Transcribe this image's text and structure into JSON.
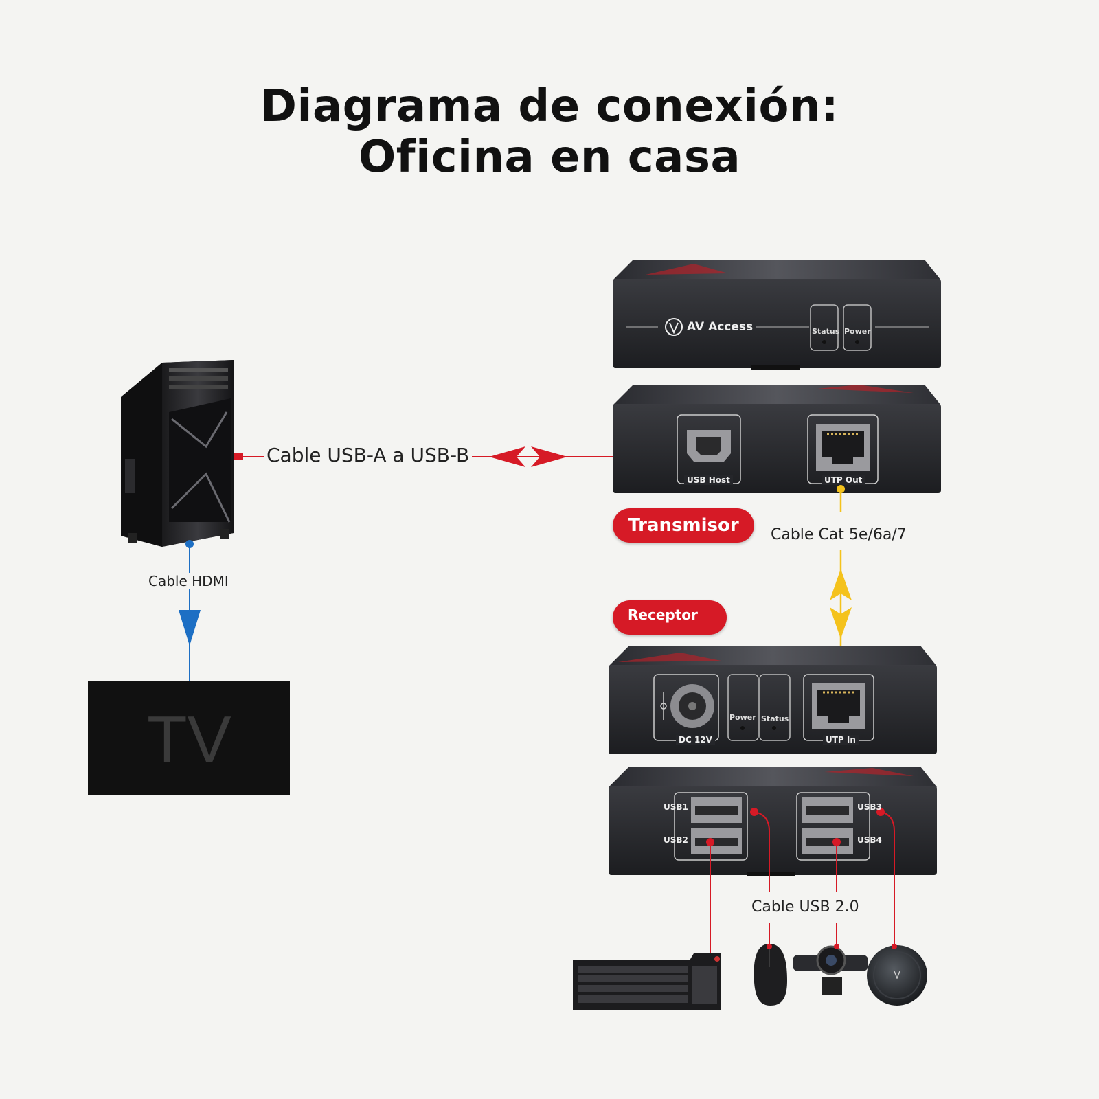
{
  "title": {
    "line1": "Diagrama de conexión:",
    "line2": "Oficina en casa"
  },
  "transmitter": {
    "brand": "AV Access",
    "led_status": "Status",
    "led_power": "Power",
    "port_usb_host": "USB Host",
    "port_utp_out": "UTP Out",
    "badge": "Transmisor"
  },
  "receiver": {
    "badge": "Receptor",
    "port_dc": "DC 12V",
    "led_power": "Power",
    "led_status": "Status",
    "port_utp_in": "UTP In",
    "usb_ports": [
      "USB1",
      "USB2",
      "USB3",
      "USB4"
    ]
  },
  "cables": {
    "usb_a_b": "Cable USB-A a USB-B",
    "hdmi": "Cable HDMI",
    "cat": "Cable Cat 5e/6a/7",
    "usb2": "Cable USB 2.0"
  },
  "tv": {
    "label": "TV"
  },
  "colors": {
    "usb_cable": "#d61a26",
    "hdmi_cable": "#1d6fc4",
    "cat_cable": "#f4c21c",
    "device_body": "#26272b"
  },
  "icons": {
    "logo": "av-access-logo-icon",
    "pc": "pc-tower-icon",
    "keyboard": "keyboard-icon",
    "mouse": "mouse-icon",
    "webcam": "webcam-icon",
    "speaker": "speakerphone-icon"
  }
}
